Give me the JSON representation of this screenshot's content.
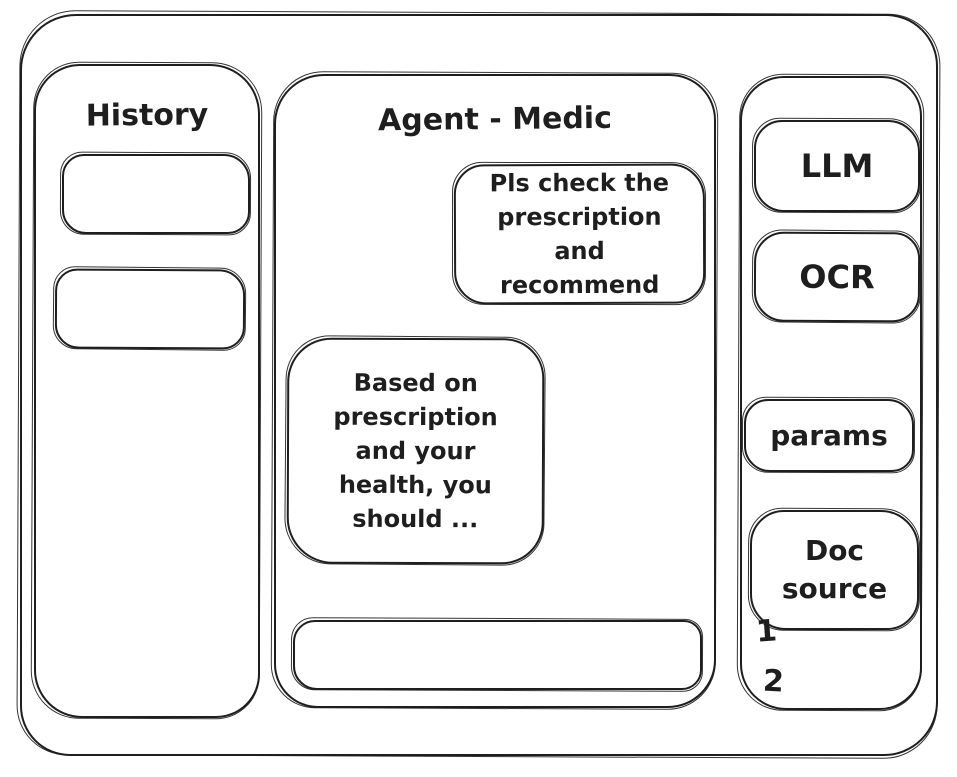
{
  "canvas": {
    "background": "#ffffff",
    "ink_color": "#1e1e1e",
    "style": "hand-drawn wireframe"
  },
  "history_panel": {
    "title": "History",
    "items": [
      {
        "label": ""
      },
      {
        "label": ""
      }
    ]
  },
  "chat_panel": {
    "title": "Agent - Medic",
    "messages": [
      {
        "role": "user",
        "text": "Pls check the prescription and recommend"
      },
      {
        "role": "assistant",
        "text": "Based on prescription and your health, you should ..."
      }
    ],
    "input": {
      "value": "",
      "placeholder": ""
    }
  },
  "tools_panel": {
    "llm_button": "LLM",
    "ocr_button": "OCR",
    "params_button": "params",
    "doc_source_button": "Doc source",
    "doc_source_items": [
      "1",
      "2"
    ]
  }
}
